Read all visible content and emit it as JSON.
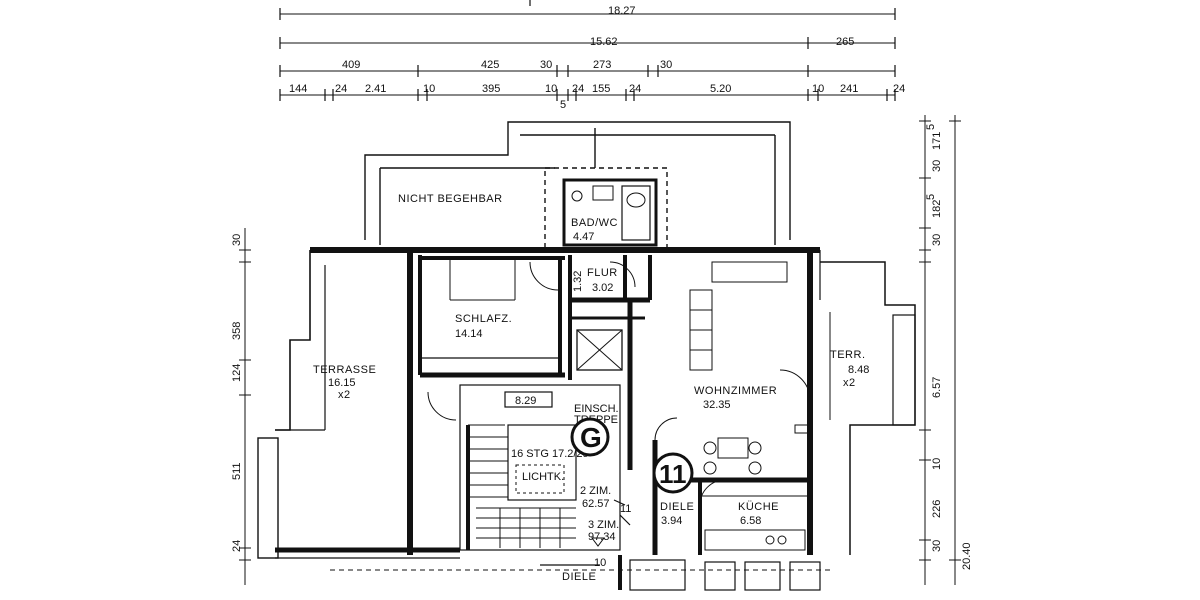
{
  "dimensions_top": {
    "row1": [
      "18.27"
    ],
    "row2": [
      "15.62",
      "265"
    ],
    "row3": [
      "409",
      "425",
      "30",
      "273",
      "30"
    ],
    "row4": [
      "144",
      "24",
      "2.41",
      "10",
      "395",
      "10",
      "24",
      "155",
      "24",
      "5.20",
      "10",
      "241",
      "24"
    ],
    "row4_sub": "5"
  },
  "dimensions_left": [
    "30",
    "358",
    "124",
    "511",
    "24"
  ],
  "dimensions_right": [
    "171",
    "5",
    "30",
    "182",
    "5",
    "30",
    "6.57",
    "10",
    "226",
    "30",
    "20.40"
  ],
  "rooms": {
    "nicht_begehbar": "NICHT BEGEHBAR",
    "bad_name": "BAD/WC",
    "bad_area": "4.47",
    "flur_name": "FLUR",
    "flur_area": "3.02",
    "flur_dim": "1.32",
    "schlaf_name": "SCHLAFZ.",
    "schlaf_area": "14.14",
    "terrasse_name": "TERRASSE",
    "terrasse_area": "16.15",
    "terrasse_mult": "x2",
    "wohn_name": "WOHNZIMMER",
    "wohn_area": "32.35",
    "terr_name": "TERR.",
    "terr_area": "8.48",
    "terr_mult": "x2",
    "stair_level": "8.29",
    "einsch": "EINSCH.",
    "treppe": "TREPPE",
    "stg": "16 STG 17.2/29",
    "lichtk": "LICHTK.",
    "zim2": "2 ZIM.",
    "zim2_area": "62.57",
    "zim3": "3 ZIM.",
    "zim3_area": "97.34",
    "diele_name": "DIELE",
    "diele_area": "3.94",
    "kueche_name": "KÜCHE",
    "kueche_area": "6.58",
    "diele_bottom": "DIELE"
  },
  "markers": {
    "g": "G",
    "eleven": "11",
    "eleven_small": "11",
    "ten": "10"
  }
}
